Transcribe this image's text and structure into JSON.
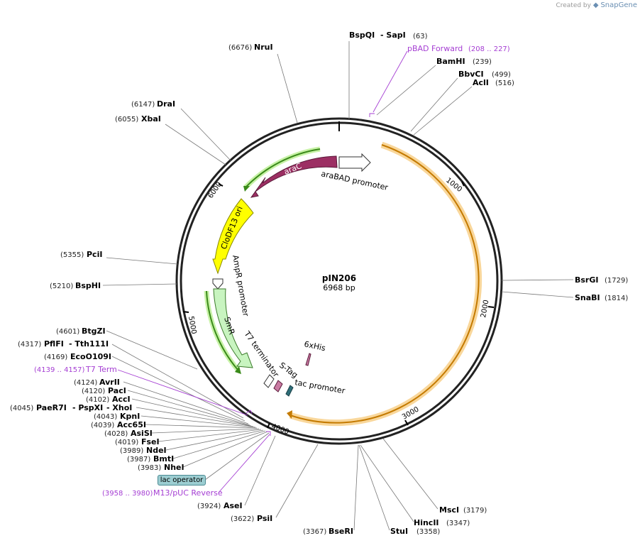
{
  "attribution": {
    "created_by": "Created by",
    "brand": "SnapGene"
  },
  "plasmid": {
    "name": "pIN206",
    "length": "6968 bp"
  },
  "ticks": [
    "1000",
    "2000",
    "3000",
    "4000",
    "5000",
    "6000"
  ],
  "features": {
    "araC": "araC",
    "araBAD": "araBAD promoter",
    "ori": "CloDF13 ori",
    "ampR_promoter": "AmpR promoter",
    "smR": "SmR",
    "t7term": "T7 terminator",
    "his": "6xHis",
    "stag": "S-Tag",
    "tac": "tac promoter"
  },
  "enzymes": [
    {
      "name": "NruI",
      "pos": "(6676)"
    },
    {
      "name": "BspQI",
      "pos": ""
    },
    {
      "name": "- SapI",
      "pos": "(63)"
    },
    {
      "name": "BamHI",
      "pos": "(239)"
    },
    {
      "name": "BbvCI",
      "pos": "(499)"
    },
    {
      "name": "AclI",
      "pos": "(516)"
    },
    {
      "name": "DraI",
      "pos": "(6147)"
    },
    {
      "name": "XbaI",
      "pos": "(6055)"
    },
    {
      "name": "PciI",
      "pos": "(5355)"
    },
    {
      "name": "BspHI",
      "pos": "(5210)"
    },
    {
      "name": "BsrGI",
      "pos": "(1729)"
    },
    {
      "name": "SnaBI",
      "pos": "(1814)"
    },
    {
      "name": "BtgZI",
      "pos": "(4601)"
    },
    {
      "name": "PflFI",
      "pos": "(4317)"
    },
    {
      "name": "- Tth111I",
      "pos": ""
    },
    {
      "name": "EcoO109I",
      "pos": "(4169)"
    },
    {
      "name": "AvrII",
      "pos": "(4124)"
    },
    {
      "name": "PacI",
      "pos": "(4120)"
    },
    {
      "name": "AccI",
      "pos": "(4102)"
    },
    {
      "name": "PaeR7I",
      "pos": "(4045)"
    },
    {
      "name": "- PspXI",
      "pos": ""
    },
    {
      "name": "- XhoI",
      "pos": ""
    },
    {
      "name": "KpnI",
      "pos": "(4043)"
    },
    {
      "name": "Acc65I",
      "pos": "(4039)"
    },
    {
      "name": "AsiSI",
      "pos": "(4028)"
    },
    {
      "name": "FseI",
      "pos": "(4019)"
    },
    {
      "name": "NdeI",
      "pos": "(3989)"
    },
    {
      "name": "BmtI",
      "pos": "(3987)"
    },
    {
      "name": "NheI",
      "pos": "(3983)"
    },
    {
      "name": "AseI",
      "pos": "(3924)"
    },
    {
      "name": "PsiI",
      "pos": "(3622)"
    },
    {
      "name": "BseRI",
      "pos": "(3367)"
    },
    {
      "name": "StuI",
      "pos": "(3358)"
    },
    {
      "name": "HincII",
      "pos": "(3347)"
    },
    {
      "name": "MscI",
      "pos": "(3179)"
    }
  ],
  "primers": [
    {
      "name": "pBAD Forward",
      "pos": "(208 .. 227)"
    },
    {
      "name": "T7 Term",
      "pos": "(4139 .. 4157)"
    },
    {
      "name": "M13/pUC Reverse",
      "pos": "(3958 .. 3980)"
    }
  ],
  "lac_operator": "lac operator"
}
